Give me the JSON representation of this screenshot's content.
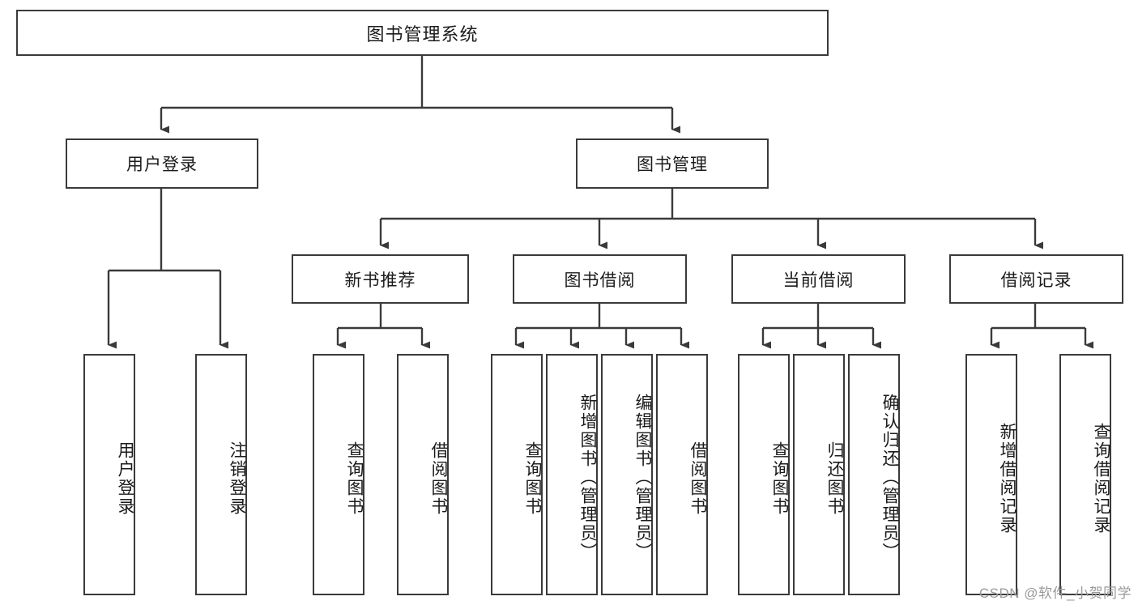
{
  "diagram": {
    "title": "图书管理系统",
    "type": "tree",
    "watermark": "CSDN @软件_小贺同学",
    "style": {
      "box_border_color": "#3a3a3a",
      "box_fill_color": "#ffffff",
      "connector_color": "#3a3a3a",
      "text_color": "#1b1b1b",
      "watermark_color": "#9a9a9a",
      "canvas_background": "#ffffff"
    },
    "root": {
      "label": "图书管理系统",
      "orientation": "horizontal"
    },
    "level2": [
      {
        "label": "用户登录",
        "orientation": "horizontal"
      },
      {
        "label": "图书管理",
        "orientation": "horizontal"
      }
    ],
    "level3": [
      {
        "label": "新书推荐",
        "orientation": "horizontal"
      },
      {
        "label": "图书借阅",
        "orientation": "horizontal"
      },
      {
        "label": "当前借阅",
        "orientation": "horizontal"
      },
      {
        "label": "借阅记录",
        "orientation": "horizontal"
      }
    ],
    "leaves": {
      "user_login": [
        {
          "label": "用户登录",
          "orientation": "vertical"
        },
        {
          "label": "注销登录",
          "orientation": "vertical"
        }
      ],
      "new_book_recommend": [
        {
          "label": "查询图书",
          "orientation": "vertical"
        },
        {
          "label": "借阅图书",
          "orientation": "vertical"
        }
      ],
      "book_borrow": [
        {
          "label": "查询图书",
          "orientation": "vertical"
        },
        {
          "label": "新增图书（管理员）",
          "orientation": "vertical"
        },
        {
          "label": "编辑图书（管理员）",
          "orientation": "vertical"
        },
        {
          "label": "借阅图书",
          "orientation": "vertical"
        }
      ],
      "current_borrow": [
        {
          "label": "查询图书",
          "orientation": "vertical"
        },
        {
          "label": "归还图书",
          "orientation": "vertical"
        },
        {
          "label": "确认归还（管理员）",
          "orientation": "vertical"
        }
      ],
      "borrow_record": [
        {
          "label": "新增借阅记录",
          "orientation": "vertical"
        },
        {
          "label": "查询借阅记录",
          "orientation": "vertical"
        }
      ]
    }
  }
}
